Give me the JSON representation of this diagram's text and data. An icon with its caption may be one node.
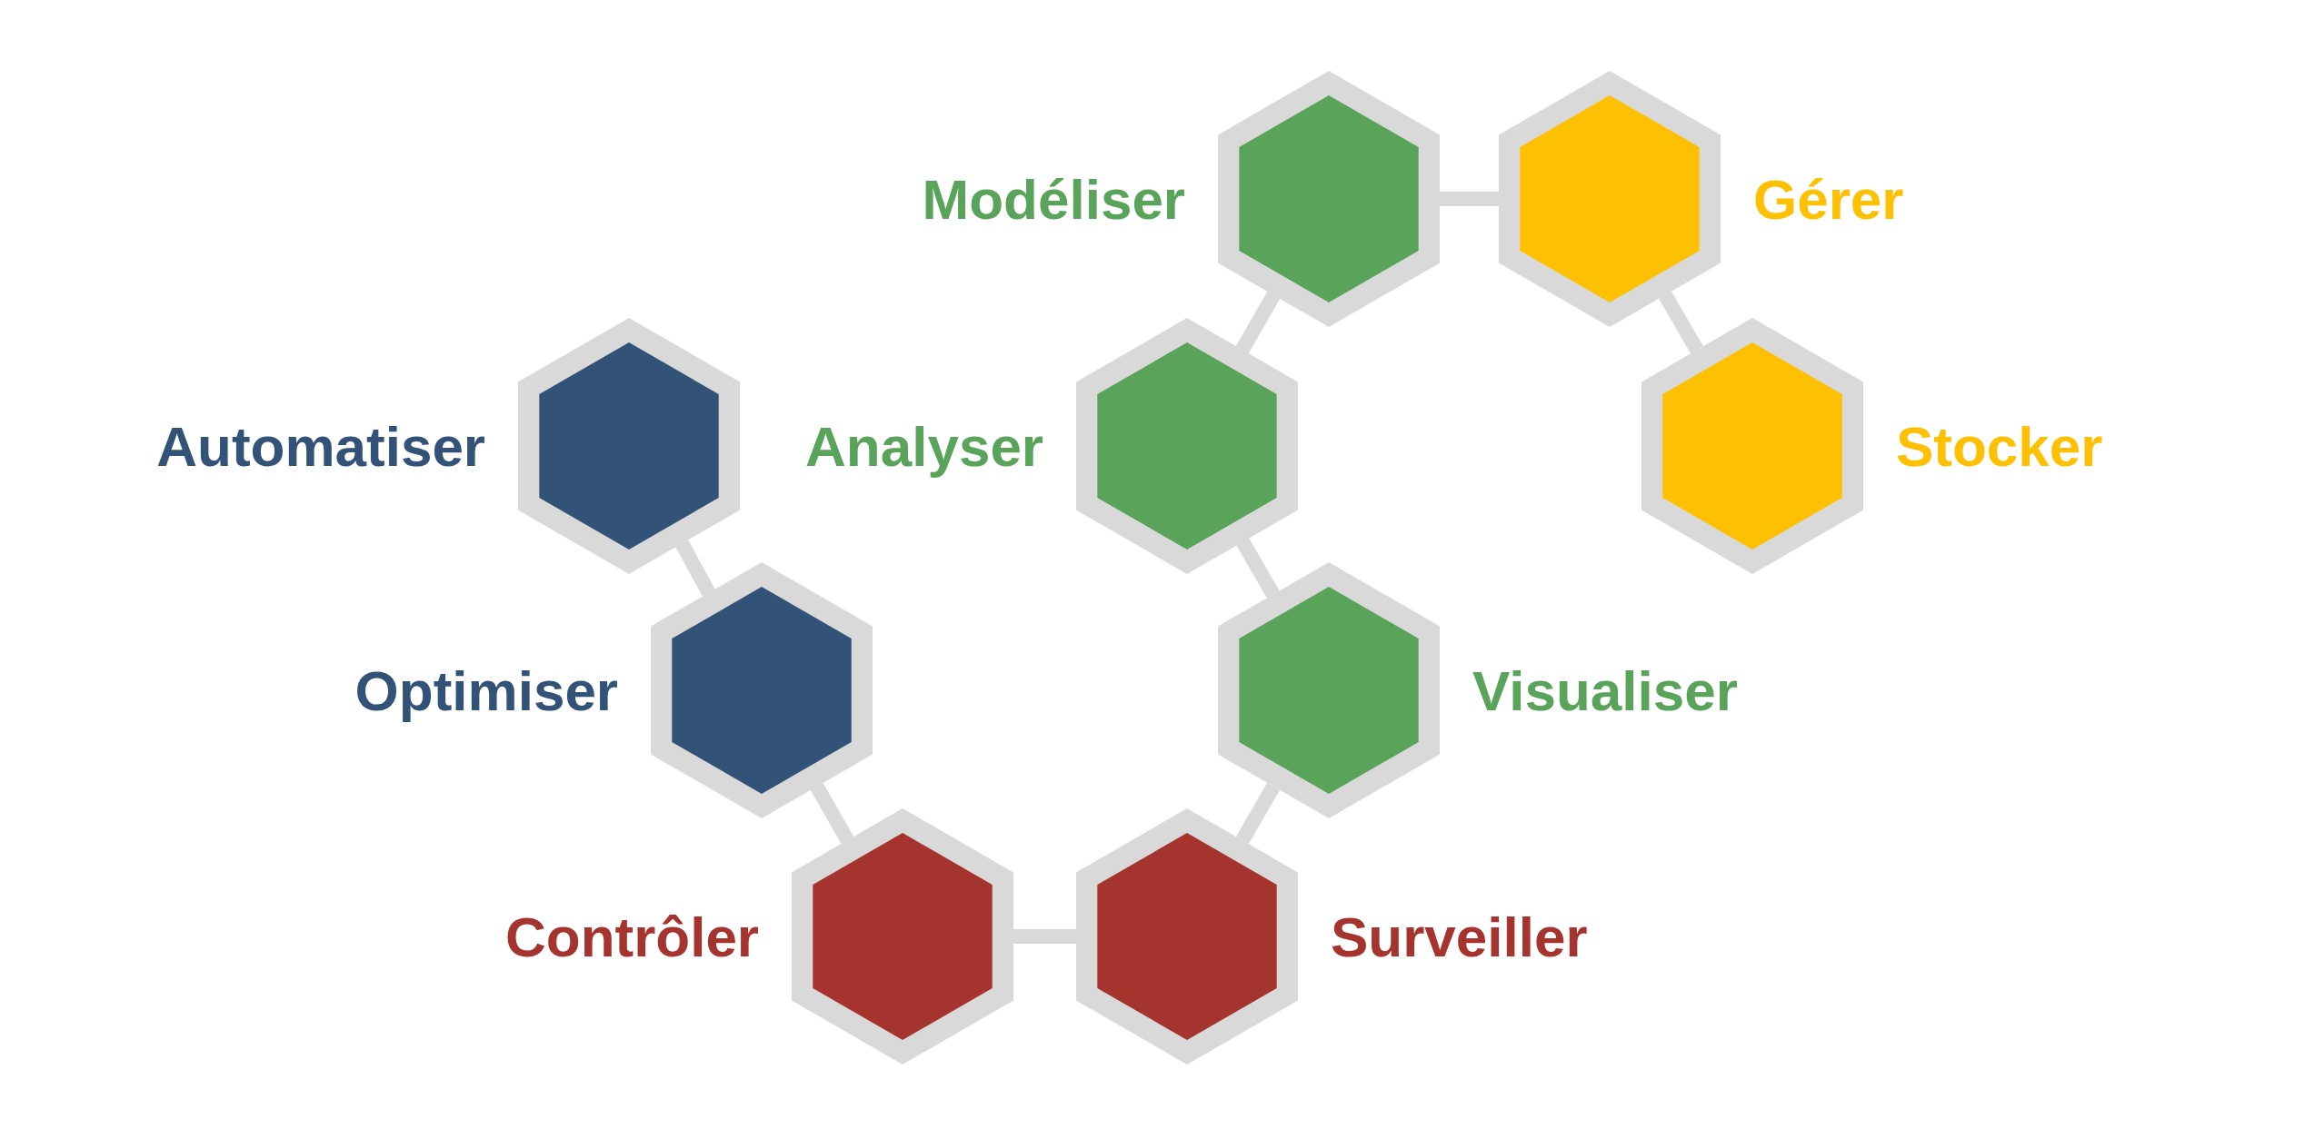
{
  "diagram": {
    "nodes": [
      {
        "text": [
          "Modéliser"
        ]
      },
      {
        "text": [
          "Gérer"
        ]
      },
      {
        "text": [
          "Automatiser"
        ]
      },
      {
        "text": [
          "Analyser"
        ]
      },
      {
        "text": [
          "Stocker"
        ]
      },
      {
        "text": [
          "Optimiser"
        ]
      },
      {
        "text": [
          "Visualiser"
        ]
      },
      {
        "text": [
          "Contrôler"
        ]
      },
      {
        "text": [
          "Surveiller"
        ]
      }
    ],
    "edges": [
      {
        "from": 0,
        "to": 1,
        "arrow": "none"
      },
      {
        "from": 1,
        "to": 4,
        "arrow": "none"
      },
      {
        "from": 0,
        "to": 3,
        "arrow": "none"
      },
      {
        "from": 3,
        "to": 6,
        "arrow": "none"
      },
      {
        "from": 6,
        "to": 8,
        "arrow": "none"
      },
      {
        "from": 8,
        "to": 7,
        "arrow": "none"
      },
      {
        "from": 7,
        "to": 5,
        "arrow": "none"
      },
      {
        "from": 5,
        "to": 2,
        "arrow": "none"
      }
    ]
  }
}
